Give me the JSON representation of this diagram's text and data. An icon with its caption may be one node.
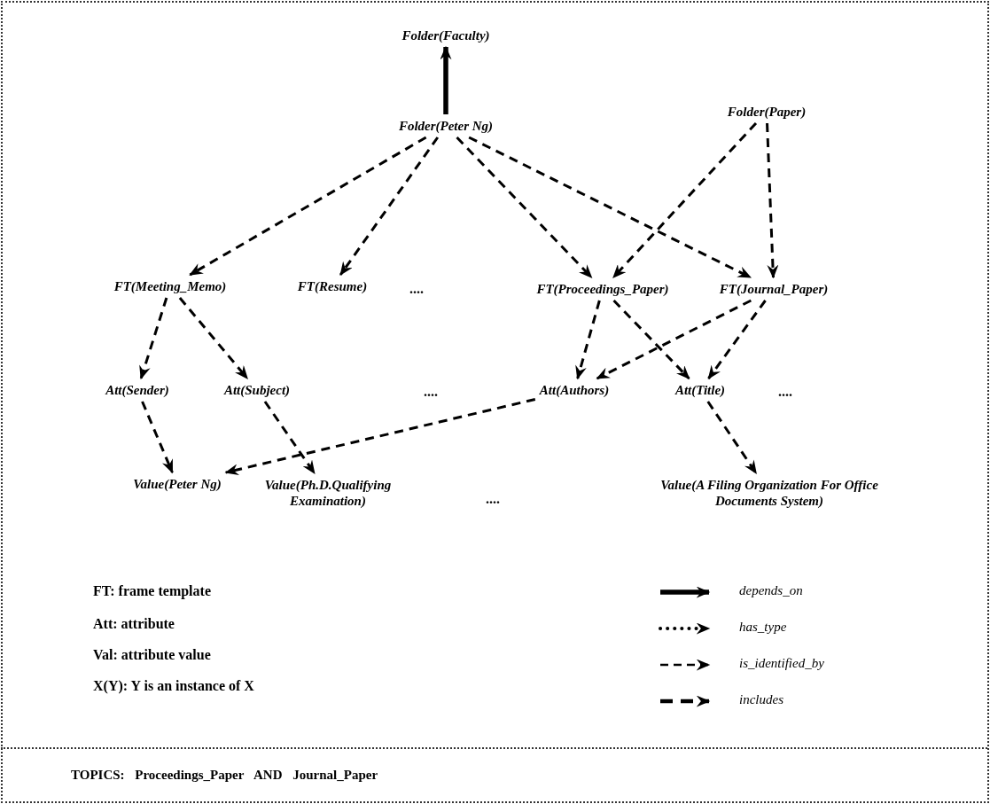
{
  "diagram": {
    "nodes": [
      {
        "text": [
          "Folder(Faculty)"
        ]
      },
      {
        "text": [
          "Folder(Paper)"
        ]
      },
      {
        "text": [
          "Folder(Peter Ng)"
        ]
      },
      {
        "text": [
          "FT(Meeting_Memo)"
        ]
      },
      {
        "text": [
          "FT(Resume)"
        ]
      },
      {
        "text": [
          "FT(Proceedings_Paper)"
        ]
      },
      {
        "text": [
          "FT(Journal_Paper)"
        ]
      },
      {
        "text": [
          "Att(Sender)"
        ]
      },
      {
        "text": [
          "Att(Subject)"
        ]
      },
      {
        "text": [
          "Att(Authors)"
        ]
      },
      {
        "text": [
          "Att(Title)"
        ]
      },
      {
        "text": [
          "Value(Peter Ng)"
        ]
      },
      {
        "text": [
          "Value(Ph.D.Qualifying Examination)"
        ]
      },
      {
        "text": [
          "Value(A Filing Organization For Office Documents System)"
        ]
      }
    ],
    "edges": [
      {
        "from": 2,
        "to": 0,
        "arrow": "to",
        "style": "thick"
      },
      {
        "from": 2,
        "to": 3,
        "arrow": "to",
        "style": "dashed"
      },
      {
        "from": 2,
        "to": 4,
        "arrow": "to",
        "style": "dashed"
      },
      {
        "from": 2,
        "to": 5,
        "arrow": "to",
        "style": "dashed"
      },
      {
        "from": 2,
        "to": 6,
        "arrow": "to",
        "style": "dashed"
      },
      {
        "from": 1,
        "to": 5,
        "arrow": "to",
        "style": "dashed"
      },
      {
        "from": 1,
        "to": 6,
        "arrow": "to",
        "style": "dashed"
      },
      {
        "from": 3,
        "to": 7,
        "arrow": "to",
        "style": "dashed"
      },
      {
        "from": 3,
        "to": 8,
        "arrow": "to",
        "style": "dashed"
      },
      {
        "from": 5,
        "to": 9,
        "arrow": "to",
        "style": "dashed"
      },
      {
        "from": 5,
        "to": 10,
        "arrow": "to",
        "style": "dashed"
      },
      {
        "from": 6,
        "to": 9,
        "arrow": "to",
        "style": "dashed"
      },
      {
        "from": 6,
        "to": 10,
        "arrow": "to",
        "style": "dashed"
      },
      {
        "from": 7,
        "to": 11,
        "arrow": "to",
        "style": "dashed"
      },
      {
        "from": 8,
        "to": 12,
        "arrow": "to",
        "style": "dashed"
      },
      {
        "from": 9,
        "to": 11,
        "arrow": "to",
        "style": "dashed"
      },
      {
        "from": 10,
        "to": 13,
        "arrow": "to",
        "style": "dashed"
      }
    ],
    "labels": [
      "....",
      "....",
      "....",
      "....",
      "FT: frame template",
      "Att: attribute",
      "Val: attribute value",
      "X(Y): Y is an instance of X",
      "TOPICS: Proceedings_Paper AND Journal_Paper"
    ],
    "legend": [
      {
        "text": "depends_on"
      },
      {
        "text": "has_type"
      },
      {
        "text": "is_identified_by"
      },
      {
        "text": "includes"
      }
    ]
  }
}
